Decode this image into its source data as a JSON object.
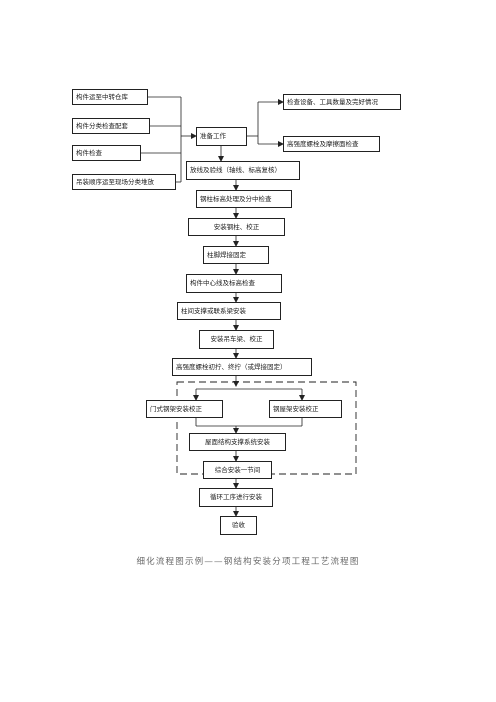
{
  "left_steps": [
    "构件运至中转仓库",
    "构件分类检查配套",
    "构件检查",
    "吊装顺序运至现场分类堆放"
  ],
  "prep": "准备工作",
  "right_checks": [
    "检查设备、工具数量及完好情况",
    "高强度螺栓及摩擦面检查"
  ],
  "main_steps": [
    "放线及验线（轴线、标高复核）",
    "钢柱标高处理及分中检查",
    "安装钢柱、校正",
    "柱脚焊接固定",
    "构件中心线及标高检查",
    "柱间支撑或联系梁安装",
    "安装吊车梁、校正",
    "高强度螺栓初拧、终拧（或焊接固定）"
  ],
  "branches": [
    "门式钢架安装校正",
    "钢屋架安装校正"
  ],
  "roof": "屋面结构支撑系统安装",
  "loop_steps": [
    "综合安装一节间",
    "循环工序进行安装",
    "验收"
  ],
  "caption": "细化流程图示例——钢结构安装分项工程工艺流程图"
}
